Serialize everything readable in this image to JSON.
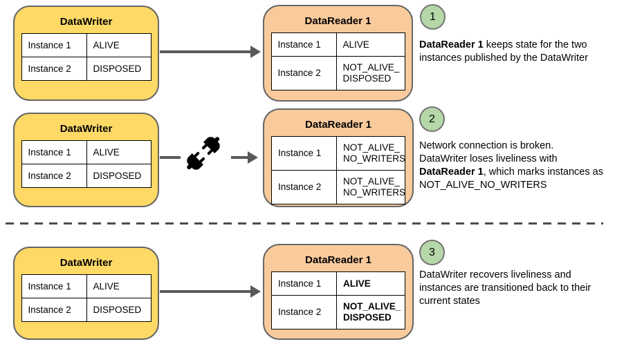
{
  "steps": [
    {
      "number": "1",
      "writer": {
        "title": "DataWriter",
        "rows": [
          [
            "Instance 1",
            "ALIVE"
          ],
          [
            "Instance 2",
            "DISPOSED"
          ]
        ]
      },
      "reader": {
        "title": "DataReader 1",
        "rows": [
          [
            "Instance 1",
            "ALIVE"
          ],
          [
            "Instance 2",
            "NOT_ALIVE_\nDISPOSED"
          ]
        ]
      },
      "note": {
        "pre": "",
        "bold": "DataReader 1",
        "post": " keeps state for the two\ninstances published by the DataWriter"
      }
    },
    {
      "number": "2",
      "writer": {
        "title": "DataWriter",
        "rows": [
          [
            "Instance 1",
            "ALIVE"
          ],
          [
            "Instance 2",
            "DISPOSED"
          ]
        ]
      },
      "reader": {
        "title": "DataReader 1",
        "rows": [
          [
            "Instance 1",
            "NOT_ALIVE_\nNO_WRITERS"
          ],
          [
            "Instance 2",
            "NOT_ALIVE_\nNO_WRITERS"
          ]
        ]
      },
      "note": {
        "pre": "Network connection is broken.\nDataWriter loses liveliness with\n",
        "bold": "DataReader 1",
        "post": ", which marks instances as\nNOT_ALIVE_NO_WRITERS"
      }
    },
    {
      "number": "3",
      "writer": {
        "title": "DataWriter",
        "rows": [
          [
            "Instance 1",
            "ALIVE"
          ],
          [
            "Instance 2",
            "DISPOSED"
          ]
        ]
      },
      "reader": {
        "title": "DataReader 1",
        "rows": [
          [
            "Instance 1",
            "ALIVE"
          ],
          [
            "Instance 2",
            "NOT_ALIVE_\nDISPOSED"
          ]
        ]
      },
      "note": {
        "pre": "DataWriter recovers liveliness and\ninstances are transitioned back to their\ncurrent states",
        "bold": "",
        "post": ""
      }
    }
  ],
  "icons": {
    "plug": "broken-connection-plug-icon"
  },
  "colors": {
    "writer_fill": "#FFD966",
    "reader_fill": "#F9CB9C",
    "step_badge_fill": "#B6D7A8",
    "arrow": "#595959",
    "box_border": "#666666"
  }
}
